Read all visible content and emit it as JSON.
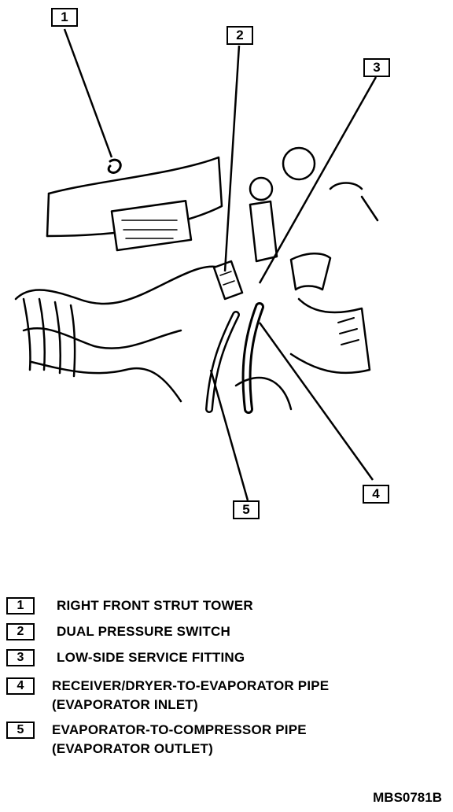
{
  "callouts": [
    "1",
    "2",
    "3",
    "4",
    "5"
  ],
  "legend": [
    {
      "num": "1",
      "lines": [
        "RIGHT FRONT STRUT TOWER"
      ]
    },
    {
      "num": "2",
      "lines": [
        "DUAL PRESSURE SWITCH"
      ]
    },
    {
      "num": "3",
      "lines": [
        "LOW-SIDE SERVICE FITTING"
      ]
    },
    {
      "num": "4",
      "lines": [
        "RECEIVER/DRYER-TO-EVAPORATOR PIPE",
        "(EVAPORATOR INLET)"
      ]
    },
    {
      "num": "5",
      "lines": [
        "EVAPORATOR-TO-COMPRESSOR PIPE",
        "(EVAPORATOR OUTLET)"
      ]
    }
  ],
  "figure_code": "MBS0781B"
}
